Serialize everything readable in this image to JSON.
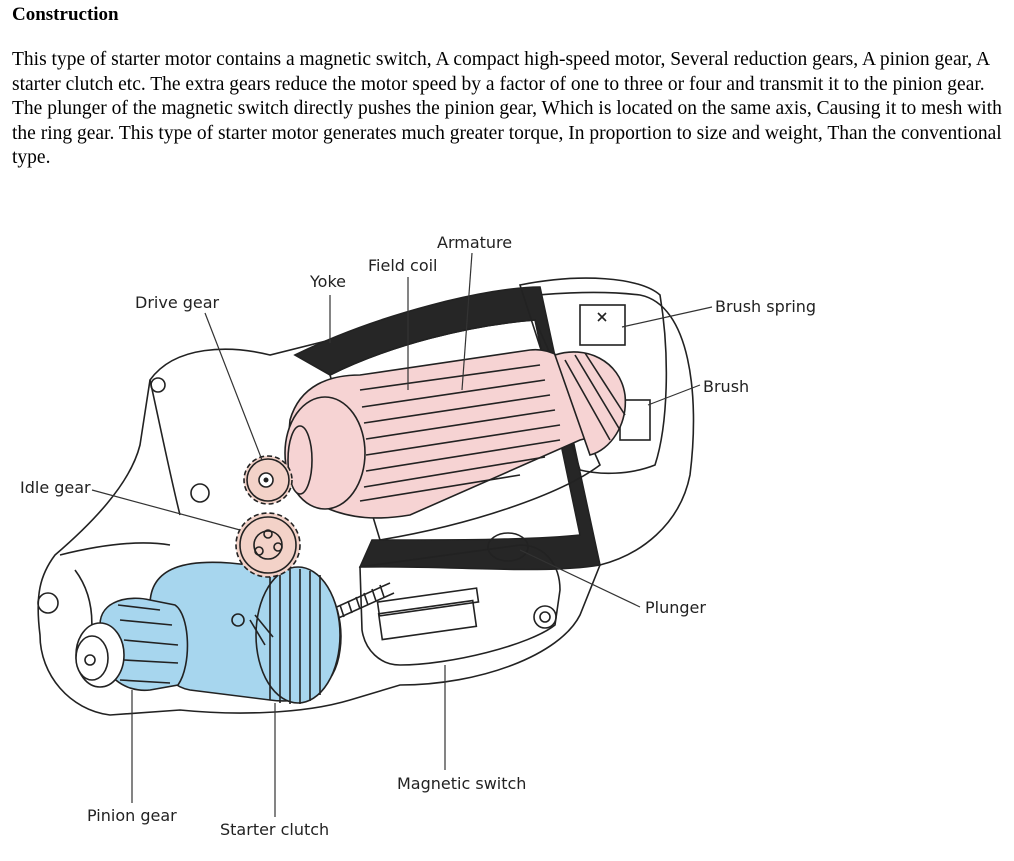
{
  "document": {
    "heading": "Construction",
    "paragraph": "This type of starter motor contains a magnetic switch, A compact high-speed motor, Several reduction gears, A pinion gear, A starter clutch etc. The extra gears reduce the motor speed by a factor of one to three or four and transmit it to the pinion gear. The plunger of the magnetic switch directly pushes the pinion gear, Which is located on the same axis, Causing it to mesh with the ring gear. This type of starter motor generates much greater torque, In proportion to size and weight, Than the conventional type."
  },
  "diagram": {
    "labels": {
      "armature": "Armature",
      "field_coil": "Field coil",
      "yoke": "Yoke",
      "drive_gear": "Drive gear",
      "brush_spring": "Brush spring",
      "brush": "Brush",
      "idle_gear": "Idle gear",
      "plunger": "Plunger",
      "magnetic_switch": "Magnetic switch",
      "pinion_gear": "Pinion gear",
      "starter_clutch": "Starter clutch"
    },
    "colors": {
      "armature_fill": "#f6d3d3",
      "gear_fill": "#f3d2c8",
      "clutch_fill": "#a7d6ee",
      "coil_fill": "#262626",
      "line": "#222222"
    }
  }
}
